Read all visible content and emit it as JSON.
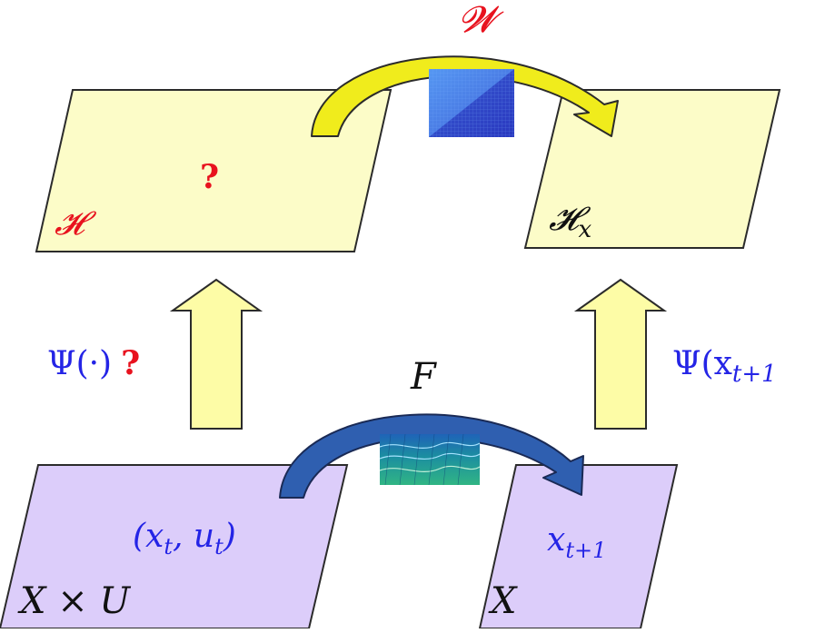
{
  "colors": {
    "feature_plane_fill": "#fcfcc8",
    "state_plane_fill": "#dccdfa",
    "outline": "#2b2b2b",
    "up_arrow_fill": "#fdfca6",
    "koopman_arrow_fill": "#f0ec1c",
    "dynamics_arrow_fill": "#2f5fb0",
    "red_label": "#e8121e",
    "blue_label": "#2424e6",
    "black_label": "#111111"
  },
  "top_left_plane": {
    "space_label": "𝓗",
    "unknown_mark": "?"
  },
  "top_right_plane": {
    "space_label": "𝓗",
    "space_subscript": "x"
  },
  "bottom_left_plane": {
    "point_label": "(x",
    "point_sub_t": "t",
    "point_mid": ", u",
    "point_close": ")",
    "space_label": "X × U"
  },
  "bottom_right_plane": {
    "point_label": "x",
    "point_subscript": "t+1",
    "space_label": "X"
  },
  "koopman": {
    "label": "𝓦"
  },
  "dynamics": {
    "label": "F"
  },
  "left_lift": {
    "label": "Ψ(·)",
    "unknown_mark": "?"
  },
  "right_lift": {
    "label": "Ψ(x",
    "label_subscript": "t+1"
  },
  "icons": {
    "koopman_matrix": "matrix-heatmap-icon",
    "dynamics_surface": "surface-plot-icon"
  }
}
